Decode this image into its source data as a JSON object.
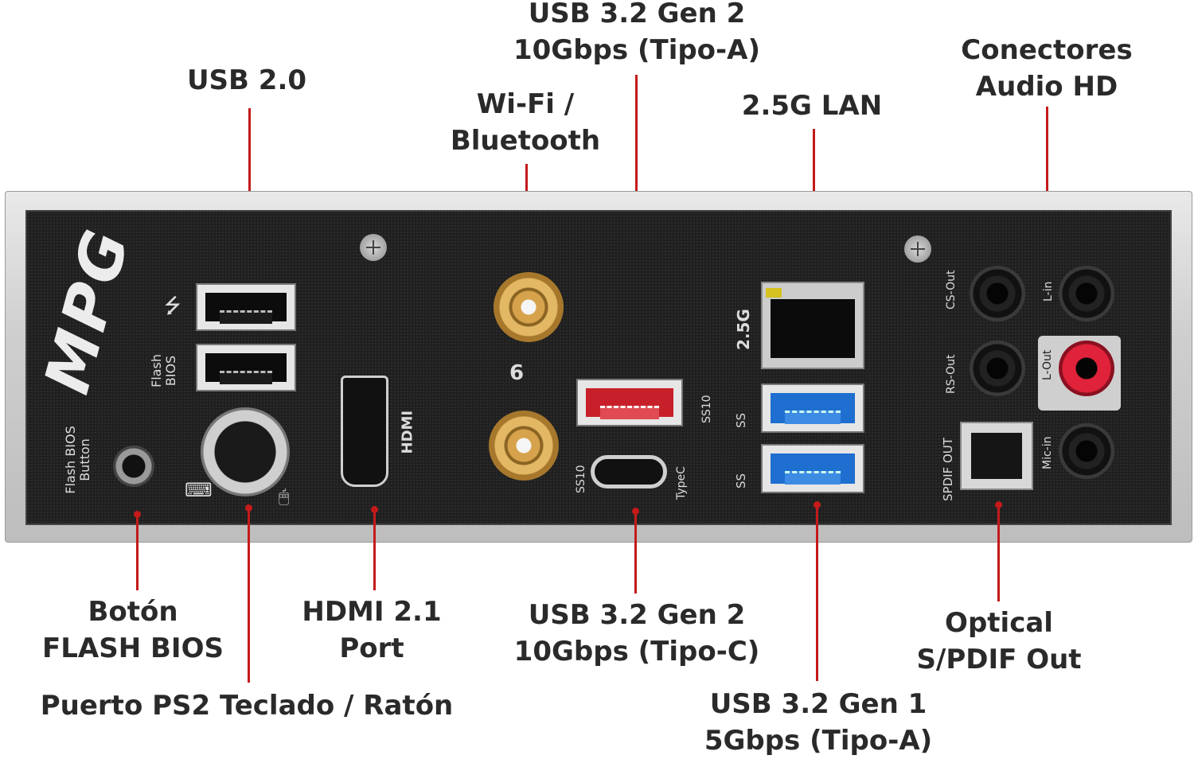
{
  "callouts": {
    "usb20": "USB 2.0",
    "wifi": [
      "Wi-Fi /",
      "Bluetooth"
    ],
    "usb32g2a": [
      "USB 3.2 Gen 2",
      "10Gbps (Tipo-A)"
    ],
    "lan": "2.5G LAN",
    "audio": [
      "Conectores",
      "Audio HD"
    ],
    "flash_btn": [
      "Botón",
      "FLASH BIOS"
    ],
    "ps2": "Puerto PS2 Teclado / Ratón",
    "hdmi": [
      "HDMI 2.1",
      "Port"
    ],
    "usb32g2c": [
      "USB 3.2 Gen 2",
      "10Gbps (Tipo-C)"
    ],
    "optical": [
      "Optical",
      "S/PDIF Out"
    ],
    "usb32g1": [
      "USB 3.2 Gen 1",
      "5Gbps (Tipo-A)"
    ]
  },
  "panel_labels": {
    "logo": "MPG",
    "flash_bios": [
      "Flash",
      "BIOS"
    ],
    "flash_bios_button": [
      "Flash BIOS",
      "Button"
    ],
    "hdmi": "HDMI",
    "wifi6": "6",
    "ss10": "SS10",
    "typec": "TypeC",
    "lan": "2.5G",
    "ss": "SS",
    "spdif": "SPDIF OUT",
    "rs_out": "RS-Out",
    "cs_out": "CS-Out",
    "l_in": "L-in",
    "l_out": "L-Out",
    "mic_in": "Mic-in"
  },
  "colors": {
    "leader": "#c41a1a",
    "usb3_blue": "#1e6fd0",
    "usb_red": "#c8202a",
    "line_out": "#e0223a"
  }
}
